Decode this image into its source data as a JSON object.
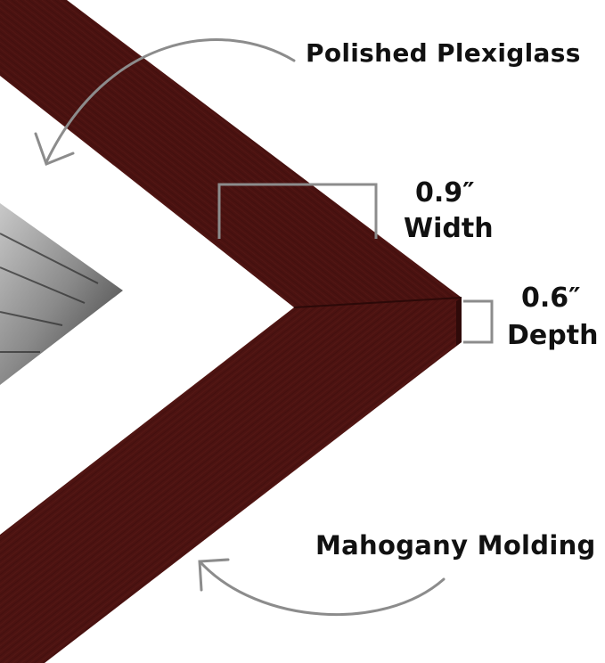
{
  "labels": {
    "plexiglass": "Polished Plexiglass",
    "width_value": "0.9″",
    "width_text": "Width",
    "depth_value": "0.6″",
    "depth_text": "Depth",
    "molding": "Mahogany Molding"
  },
  "colors": {
    "frame": "#4a1210",
    "frame_dark": "#3a0c0b",
    "frame_side": "#2f0a09",
    "mat": "#ffffff",
    "annotation": "#8c8c8c",
    "photo": "#9a9a9a"
  },
  "icons": [
    "curved-arrow-icon",
    "width-bracket-icon",
    "depth-bracket-icon"
  ]
}
